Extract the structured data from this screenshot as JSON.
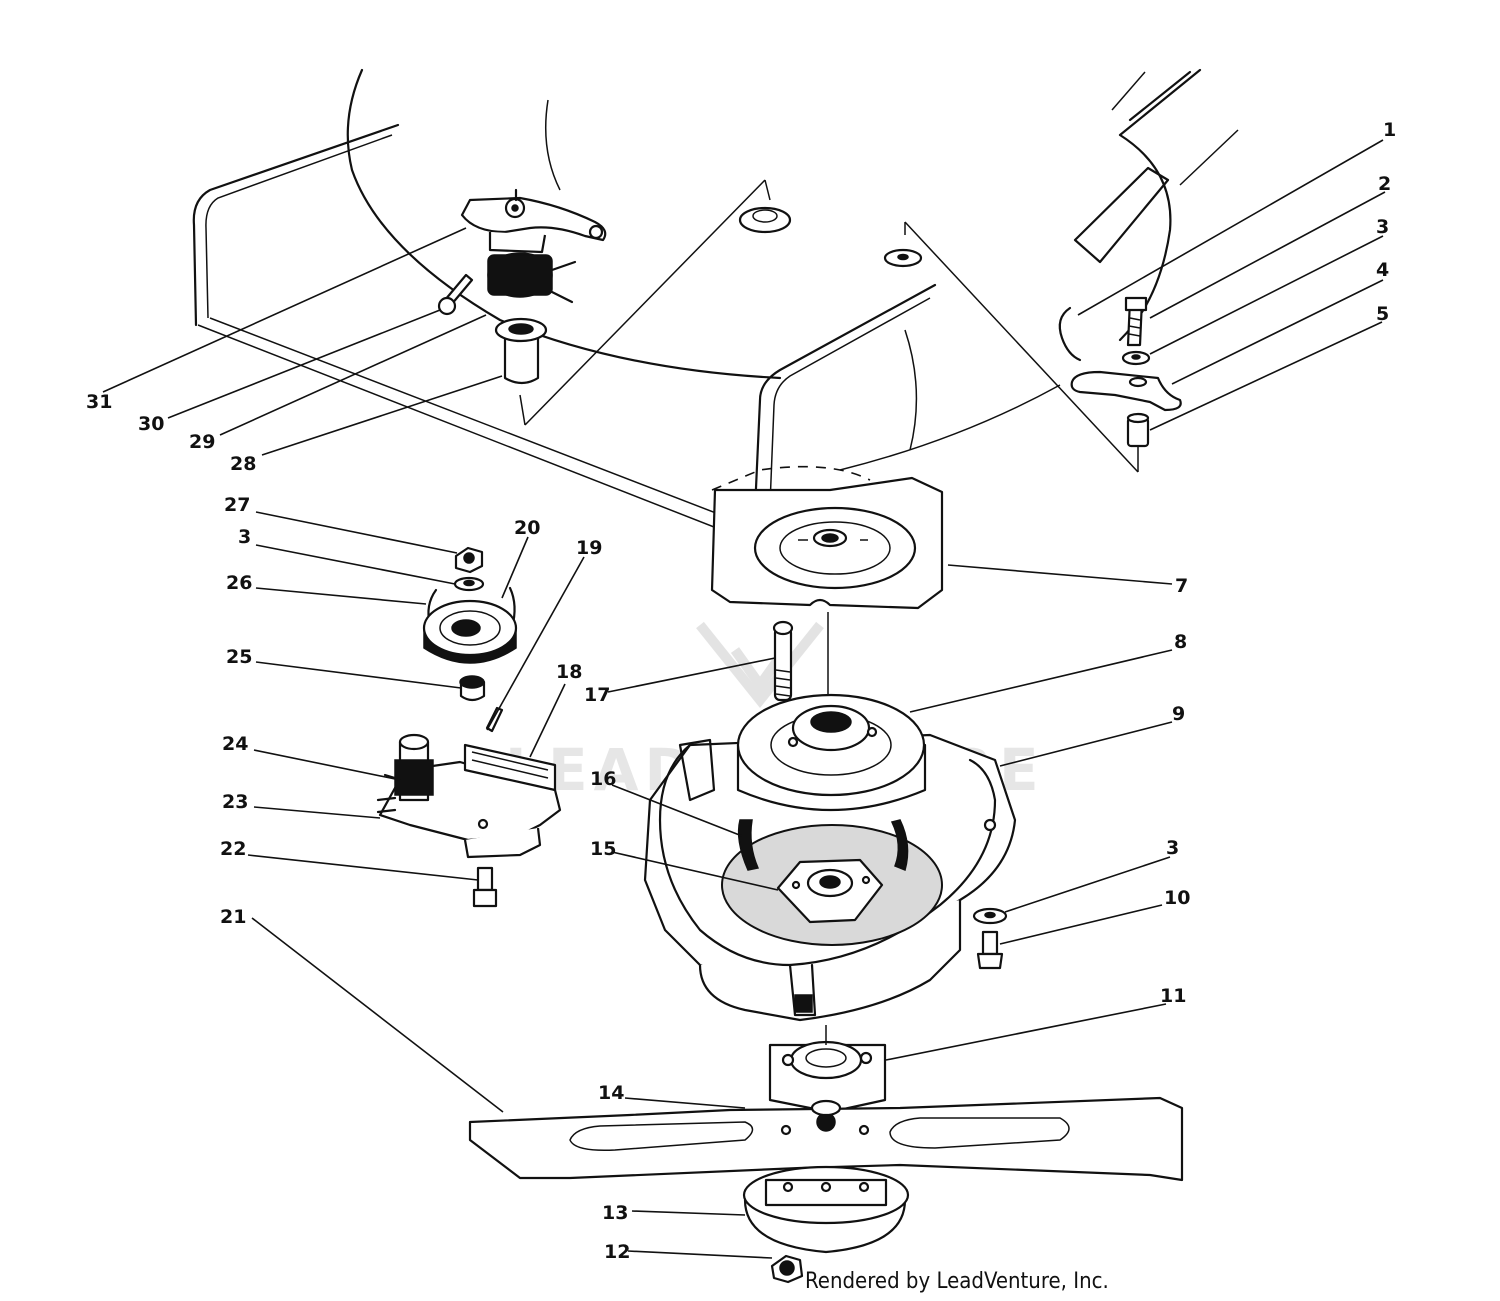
{
  "callouts": [
    "1",
    "2",
    "3",
    "4",
    "5",
    "7",
    "8",
    "9",
    "3",
    "10",
    "11",
    "14",
    "13",
    "12",
    "17",
    "16",
    "15",
    "27",
    "3",
    "26",
    "25",
    "24",
    "23",
    "22",
    "21",
    "20",
    "19",
    "18",
    "31",
    "30",
    "29",
    "28"
  ],
  "credit": "Rendered by LeadVenture, Inc.",
  "watermark": "LEADVENTURE"
}
